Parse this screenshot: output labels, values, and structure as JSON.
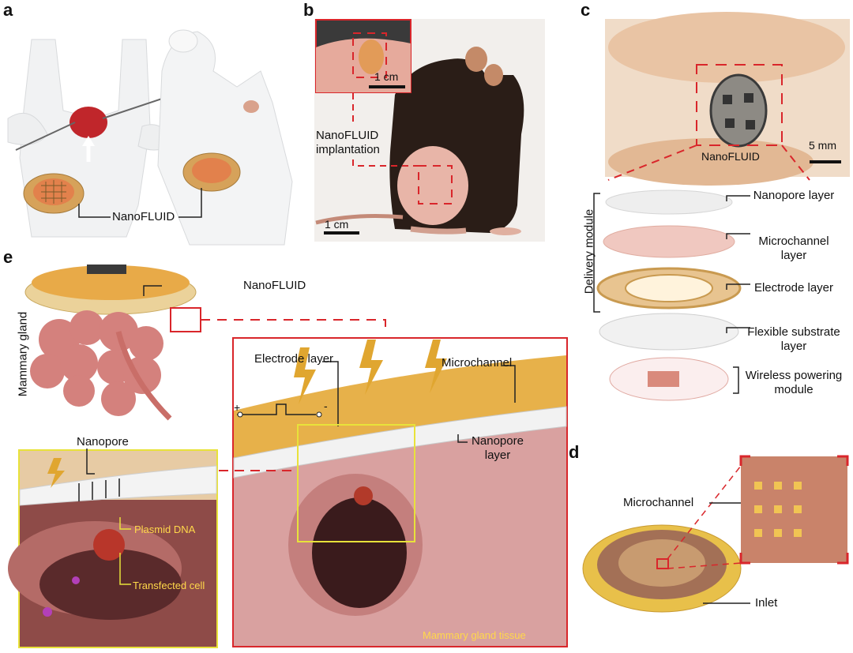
{
  "panels": {
    "a": {
      "letter": "a",
      "device_label": "NanoFLUID"
    },
    "b": {
      "letter": "b",
      "inset_scale": "1 cm",
      "callout": "NanoFLUID implantation",
      "scale": "1 cm"
    },
    "c": {
      "letter": "c",
      "device_label": "NanoFLUID",
      "scale": "5 mm",
      "group_label": "Delivery module",
      "layers": [
        "Nanopore layer",
        "Microchannel layer",
        "Electrode layer",
        "Flexible substrate layer",
        "Wireless powering module"
      ]
    },
    "d": {
      "letter": "d",
      "microchannel": "Microchannel",
      "inlet": "Inlet"
    },
    "e": {
      "letter": "e",
      "device_label": "NanoFLUID",
      "tissue_side": "Mammary gland",
      "electrode": "Electrode layer",
      "microchannel": "Microchannel",
      "nanopore_layer": "Nanopore layer",
      "plus": "+",
      "minus": "-",
      "nanopore": "Nanopore",
      "plasmid": "Plasmid DNA",
      "transfected": "Transfected cell",
      "tissue": "Mammary gland tissue"
    }
  },
  "colors": {
    "red_box": "#d9262b",
    "yellow_box": "#e8e23a",
    "gold": "#d9a83a",
    "tissue": "#d9918a"
  }
}
